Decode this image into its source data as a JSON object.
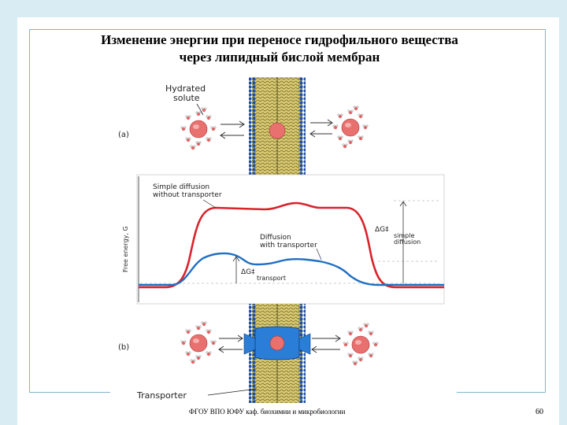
{
  "slide": {
    "title_line1": "Изменение энергии при переносе гидрофильного вещества",
    "title_line2": "через липидный бислой мембран",
    "footer": "ФГОУ ВПО ЮФУ каф. биохимии и микробиологии",
    "page_number": "60"
  },
  "figure": {
    "panel_a": {
      "label": "(a)",
      "callout": "Hydrated solute",
      "callout_line1": "Hydrated",
      "callout_line2": "solute"
    },
    "panel_b": {
      "label": "(b)",
      "callout": "Transporter"
    },
    "energy_plot": {
      "y_axis_label": "Free energy, G",
      "curve_simple": {
        "label_line1": "Simple diffusion",
        "label_line2": "without transporter",
        "color": "#d9232b"
      },
      "curve_transport": {
        "label_line1": "Diffusion",
        "label_line2": "with transporter",
        "color": "#1f6fc4"
      },
      "delta_simple": {
        "symbol": "ΔG‡",
        "sub_line1": "simple",
        "sub_line2": "diffusion"
      },
      "delta_transport": {
        "symbol": "ΔG‡",
        "sub": "transport"
      }
    },
    "colors": {
      "membrane": "#d9c86a",
      "membrane_stripe": "#6b6a2a",
      "headgroup": "#1e4fa8",
      "solute": "#e36a6a",
      "transporter": "#2a7ed8",
      "frame": "#d9ecf4"
    }
  }
}
